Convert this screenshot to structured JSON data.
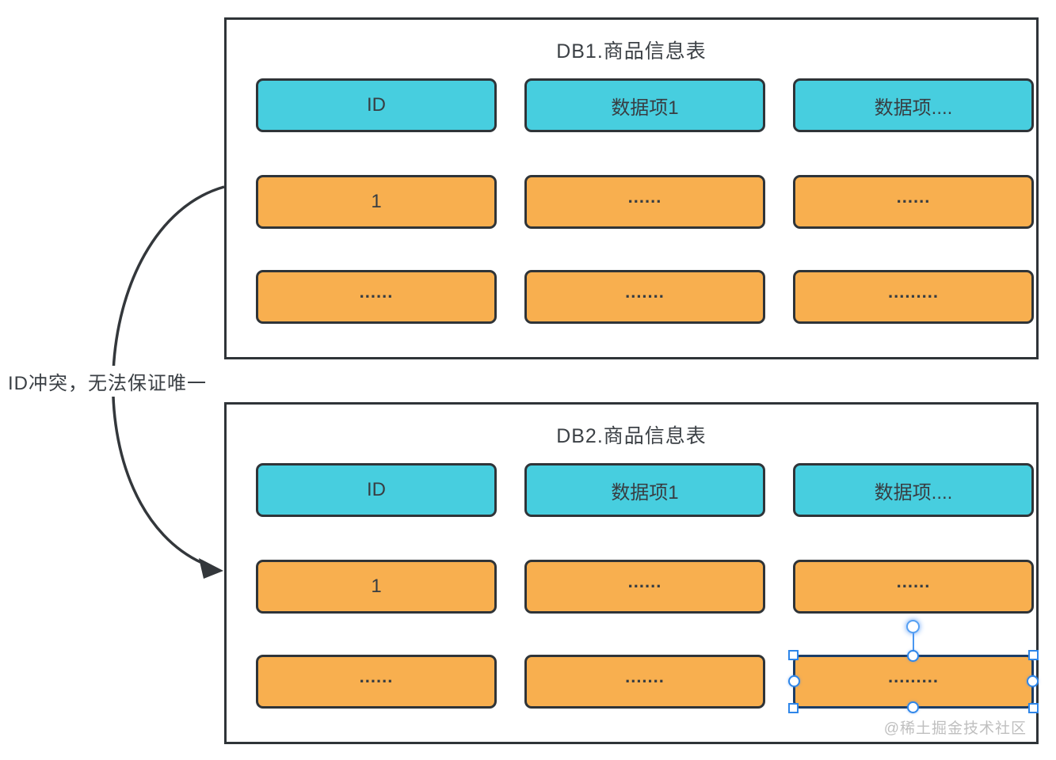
{
  "annotation": {
    "label": "ID冲突，无法保证唯一"
  },
  "panels": [
    {
      "title": "DB1.商品信息表",
      "headers": [
        "ID",
        "数据项1",
        "数据项...."
      ],
      "rows": [
        [
          "1",
          "......",
          "......"
        ],
        [
          "......",
          ".......",
          "........."
        ]
      ],
      "selected_cell": null
    },
    {
      "title": "DB2.商品信息表",
      "headers": [
        "ID",
        "数据项1",
        "数据项...."
      ],
      "rows": [
        [
          "1",
          "......",
          "......"
        ],
        [
          "......",
          ".......",
          "........."
        ]
      ],
      "selected_cell": {
        "row": 1,
        "col": 2
      }
    }
  ],
  "watermark": "@稀土掘金技术社区",
  "colors": {
    "header_fill": "#47cedf",
    "cell_fill": "#f8af4f",
    "shape_border": "#2f3438",
    "selection_blue": "#2e86e9",
    "selection_border": "#1c3d66",
    "arrow": "#33373b"
  }
}
